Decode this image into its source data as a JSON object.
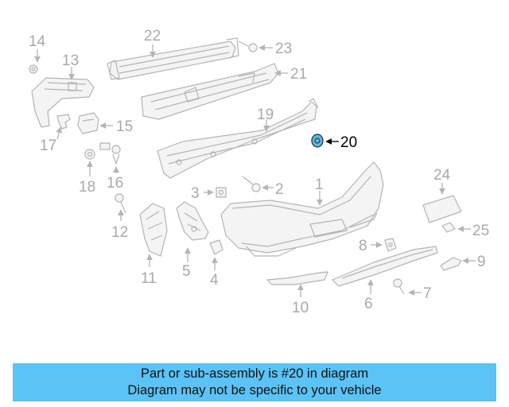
{
  "callouts": {
    "c1": "1",
    "c2": "2",
    "c3": "3",
    "c4": "4",
    "c5": "5",
    "c6": "6",
    "c7": "7",
    "c8": "8",
    "c9": "9",
    "c10": "10",
    "c11": "11",
    "c12": "12",
    "c13": "13",
    "c14": "14",
    "c15": "15",
    "c16": "16",
    "c17": "17",
    "c18": "18",
    "c19": "19",
    "c20": "20",
    "c21": "21",
    "c22": "22",
    "c23": "23",
    "c24": "24",
    "c25": "25"
  },
  "highlighted_part": "20",
  "colors": {
    "banner": "#5bc3f5",
    "highlight": "#5ab8e8",
    "callout_text": "#a9a9a9",
    "line_art": "#b4b4b4"
  },
  "banner": {
    "line1": "Part or sub-assembly is #20 in diagram",
    "line2": "Diagram may not be specific to your vehicle"
  }
}
